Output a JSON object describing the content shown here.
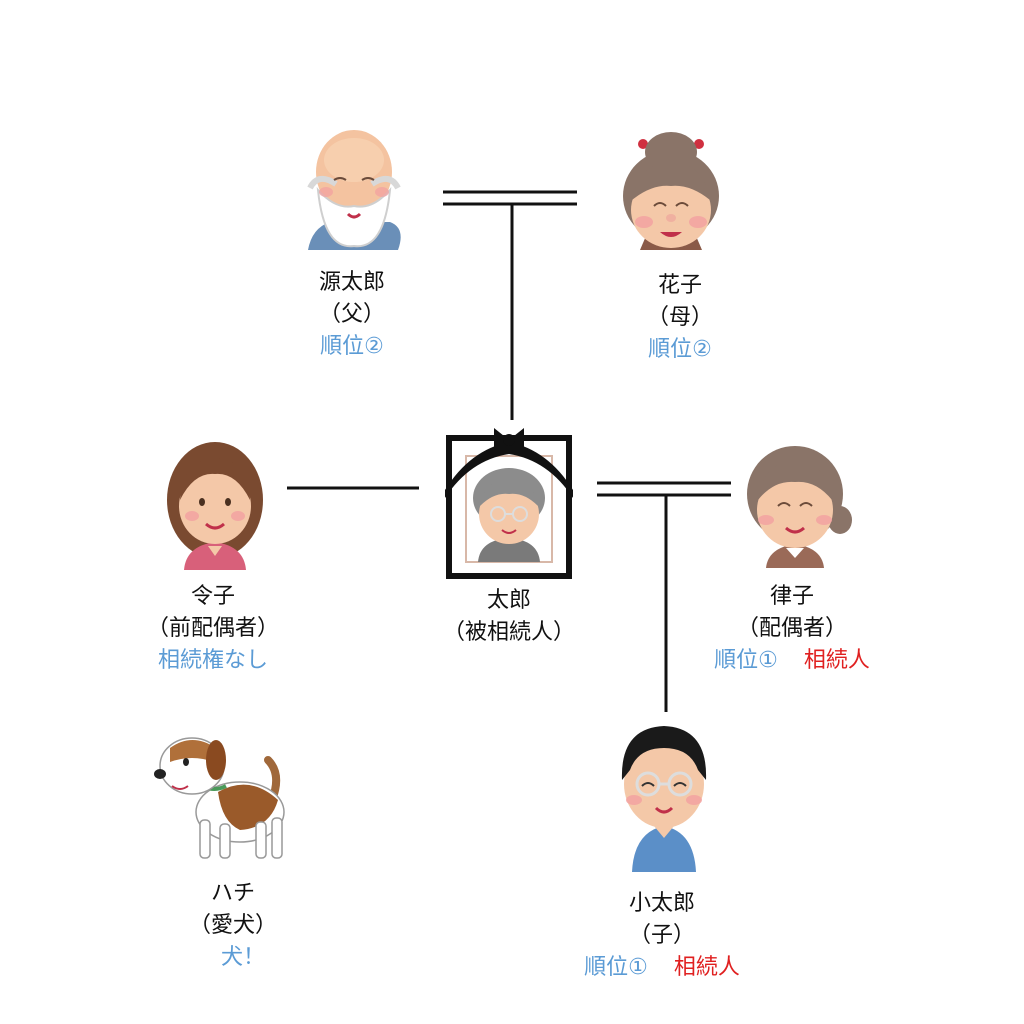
{
  "colors": {
    "rank": "#5b9bd5",
    "heir": "#e02020",
    "text": "#111111",
    "line": "#111111"
  },
  "people": {
    "father": {
      "name": "源太郎",
      "relation": "（父）",
      "rank": "順位②",
      "icon": "bald-grandfather-icon"
    },
    "mother": {
      "name": "花子",
      "relation": "（母）",
      "rank": "順位②",
      "icon": "grandmother-bun-icon"
    },
    "ex_spouse": {
      "name": "令子",
      "relation": "（前配偶者）",
      "note": "相続権なし",
      "icon": "woman-icon"
    },
    "deceased": {
      "name": "太郎",
      "relation": "（被相続人）",
      "icon": "memorial-portrait-icon"
    },
    "spouse": {
      "name": "律子",
      "relation": "（配偶者）",
      "rank": "順位①",
      "heir": "相続人",
      "icon": "older-woman-icon"
    },
    "dog": {
      "name": "ハチ",
      "relation": "（愛犬）",
      "note": "犬！",
      "icon": "beagle-dog-icon"
    },
    "child": {
      "name": "小太郎",
      "relation": "（子）",
      "rank": "順位①",
      "heir": "相続人",
      "icon": "man-glasses-icon"
    }
  }
}
